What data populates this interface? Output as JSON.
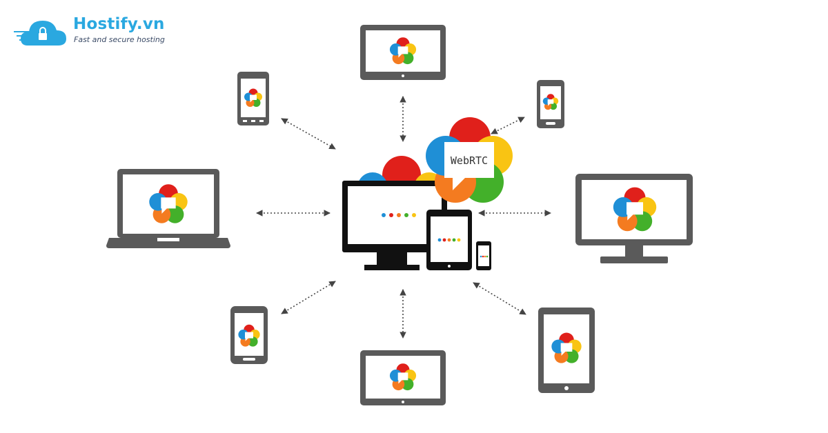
{
  "brand": {
    "name": "Hostify.vn",
    "tagline": "Fast and secure hosting",
    "color": "#2aa8e0"
  },
  "hub": {
    "badge_text": "WebRTC"
  },
  "colors": {
    "device": "#5a5a5a",
    "screen": "#ffffff",
    "arrow": "#444444",
    "petal_red": "#e0201b",
    "petal_orange": "#f47b20",
    "petal_yellow": "#f9c413",
    "petal_green": "#43b02a",
    "petal_blue": "#1f8fd6"
  },
  "icons": [
    "cloud-lock-icon",
    "webrtc-logo-icon",
    "laptop-icon",
    "monitor-icon",
    "tablet-icon",
    "phone-icon"
  ]
}
